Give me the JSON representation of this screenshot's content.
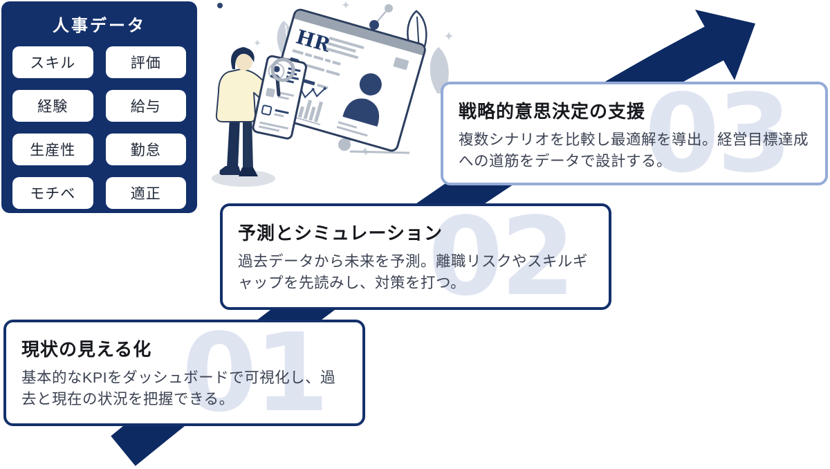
{
  "colors": {
    "navy": "#13306B",
    "arrow": "#0D2A63",
    "card3_border": "#94ABD7",
    "number": "#DFE4F1",
    "title_text": "#16181D",
    "body_text": "#3B4252",
    "illus_navy": "#2E4470",
    "illus_outline": "#2C3E5E",
    "illus_gray": "#B6BEC9",
    "leaf_gray": "#C9D0D9",
    "frame_gray": "#9AA3B0",
    "sweater": "#F9F2D3",
    "skin": "#F2E3C6",
    "shadow": "#DDE1E7"
  },
  "panel": {
    "title": "人事データ",
    "chips": [
      "スキル",
      "評価",
      "経験",
      "給与",
      "生産性",
      "勤怠",
      "モチベ",
      "適正"
    ]
  },
  "steps": [
    {
      "number": "01",
      "title": "現状の見える化",
      "body": "基本的なKPIをダッシュボードで可視化し、過去と現在の状況を把握できる。"
    },
    {
      "number": "02",
      "title": "予測とシミュレーション",
      "body": "過去データから未来を予測。離職リスクやスキルギャップを先読みし、対策を打つ。"
    },
    {
      "number": "03",
      "title": "戦略的意思決定の支援",
      "body": "複数シナリオを比較し最適解を導出。経営目標達成への道筋をデータで設計する。"
    }
  ],
  "illustration": {
    "screen_label": "HR"
  }
}
